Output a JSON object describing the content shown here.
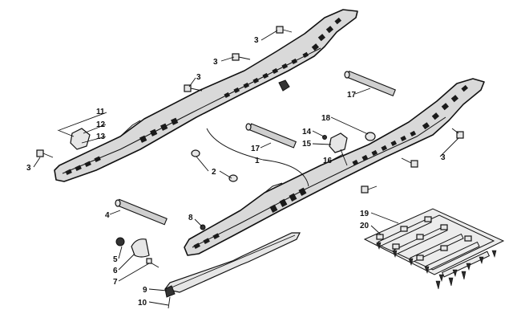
{
  "callouts": [
    {
      "id": "c3a",
      "text": "3"
    },
    {
      "id": "c3b",
      "text": "3"
    },
    {
      "id": "c3c",
      "text": "3"
    },
    {
      "id": "c3d",
      "text": "3"
    },
    {
      "id": "c3e",
      "text": "3"
    },
    {
      "id": "c17a",
      "text": "17"
    },
    {
      "id": "c17b",
      "text": "17"
    },
    {
      "id": "c11",
      "text": "11"
    },
    {
      "id": "c12",
      "text": "12"
    },
    {
      "id": "c13",
      "text": "13"
    },
    {
      "id": "c18",
      "text": "18"
    },
    {
      "id": "c14",
      "text": "14"
    },
    {
      "id": "c15",
      "text": "15"
    },
    {
      "id": "c16",
      "text": "16"
    },
    {
      "id": "c1",
      "text": "1"
    },
    {
      "id": "c2",
      "text": "2"
    },
    {
      "id": "c4",
      "text": "4"
    },
    {
      "id": "c8",
      "text": "8"
    },
    {
      "id": "c5",
      "text": "5"
    },
    {
      "id": "c6",
      "text": "6"
    },
    {
      "id": "c7",
      "text": "7"
    },
    {
      "id": "c9",
      "text": "9"
    },
    {
      "id": "c10",
      "text": "10"
    },
    {
      "id": "c19",
      "text": "19"
    },
    {
      "id": "c20",
      "text": "20"
    }
  ]
}
